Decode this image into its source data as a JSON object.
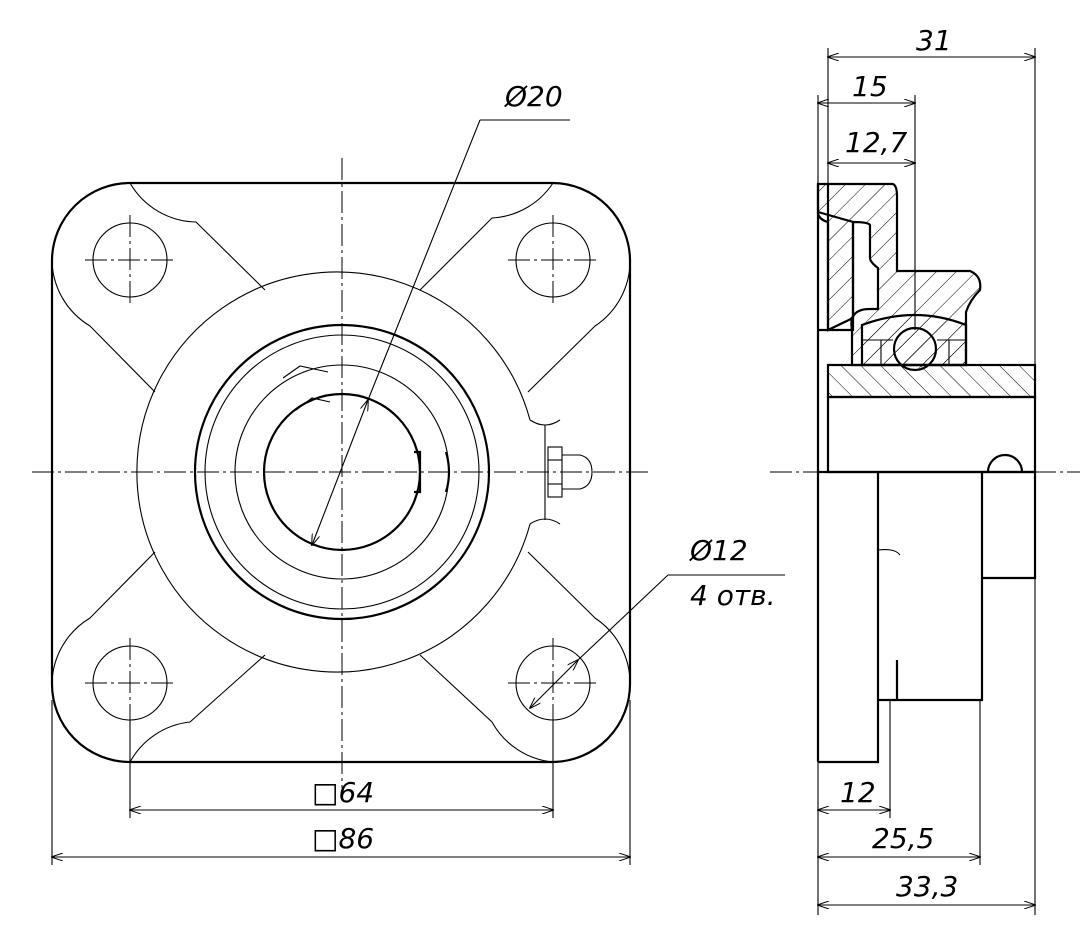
{
  "drawing": {
    "front_view": {
      "bore_diameter": "Ø20",
      "hole_diameter": "Ø12",
      "hole_count_note": "4 отв.",
      "bolt_square": "□64",
      "outer_square": "□86"
    },
    "side_view": {
      "overall_top": "31",
      "dim_15": "15",
      "dim_12_7": "12,7",
      "dim_12": "12",
      "dim_25_5": "25,5",
      "overall_bottom": "33,3"
    }
  }
}
